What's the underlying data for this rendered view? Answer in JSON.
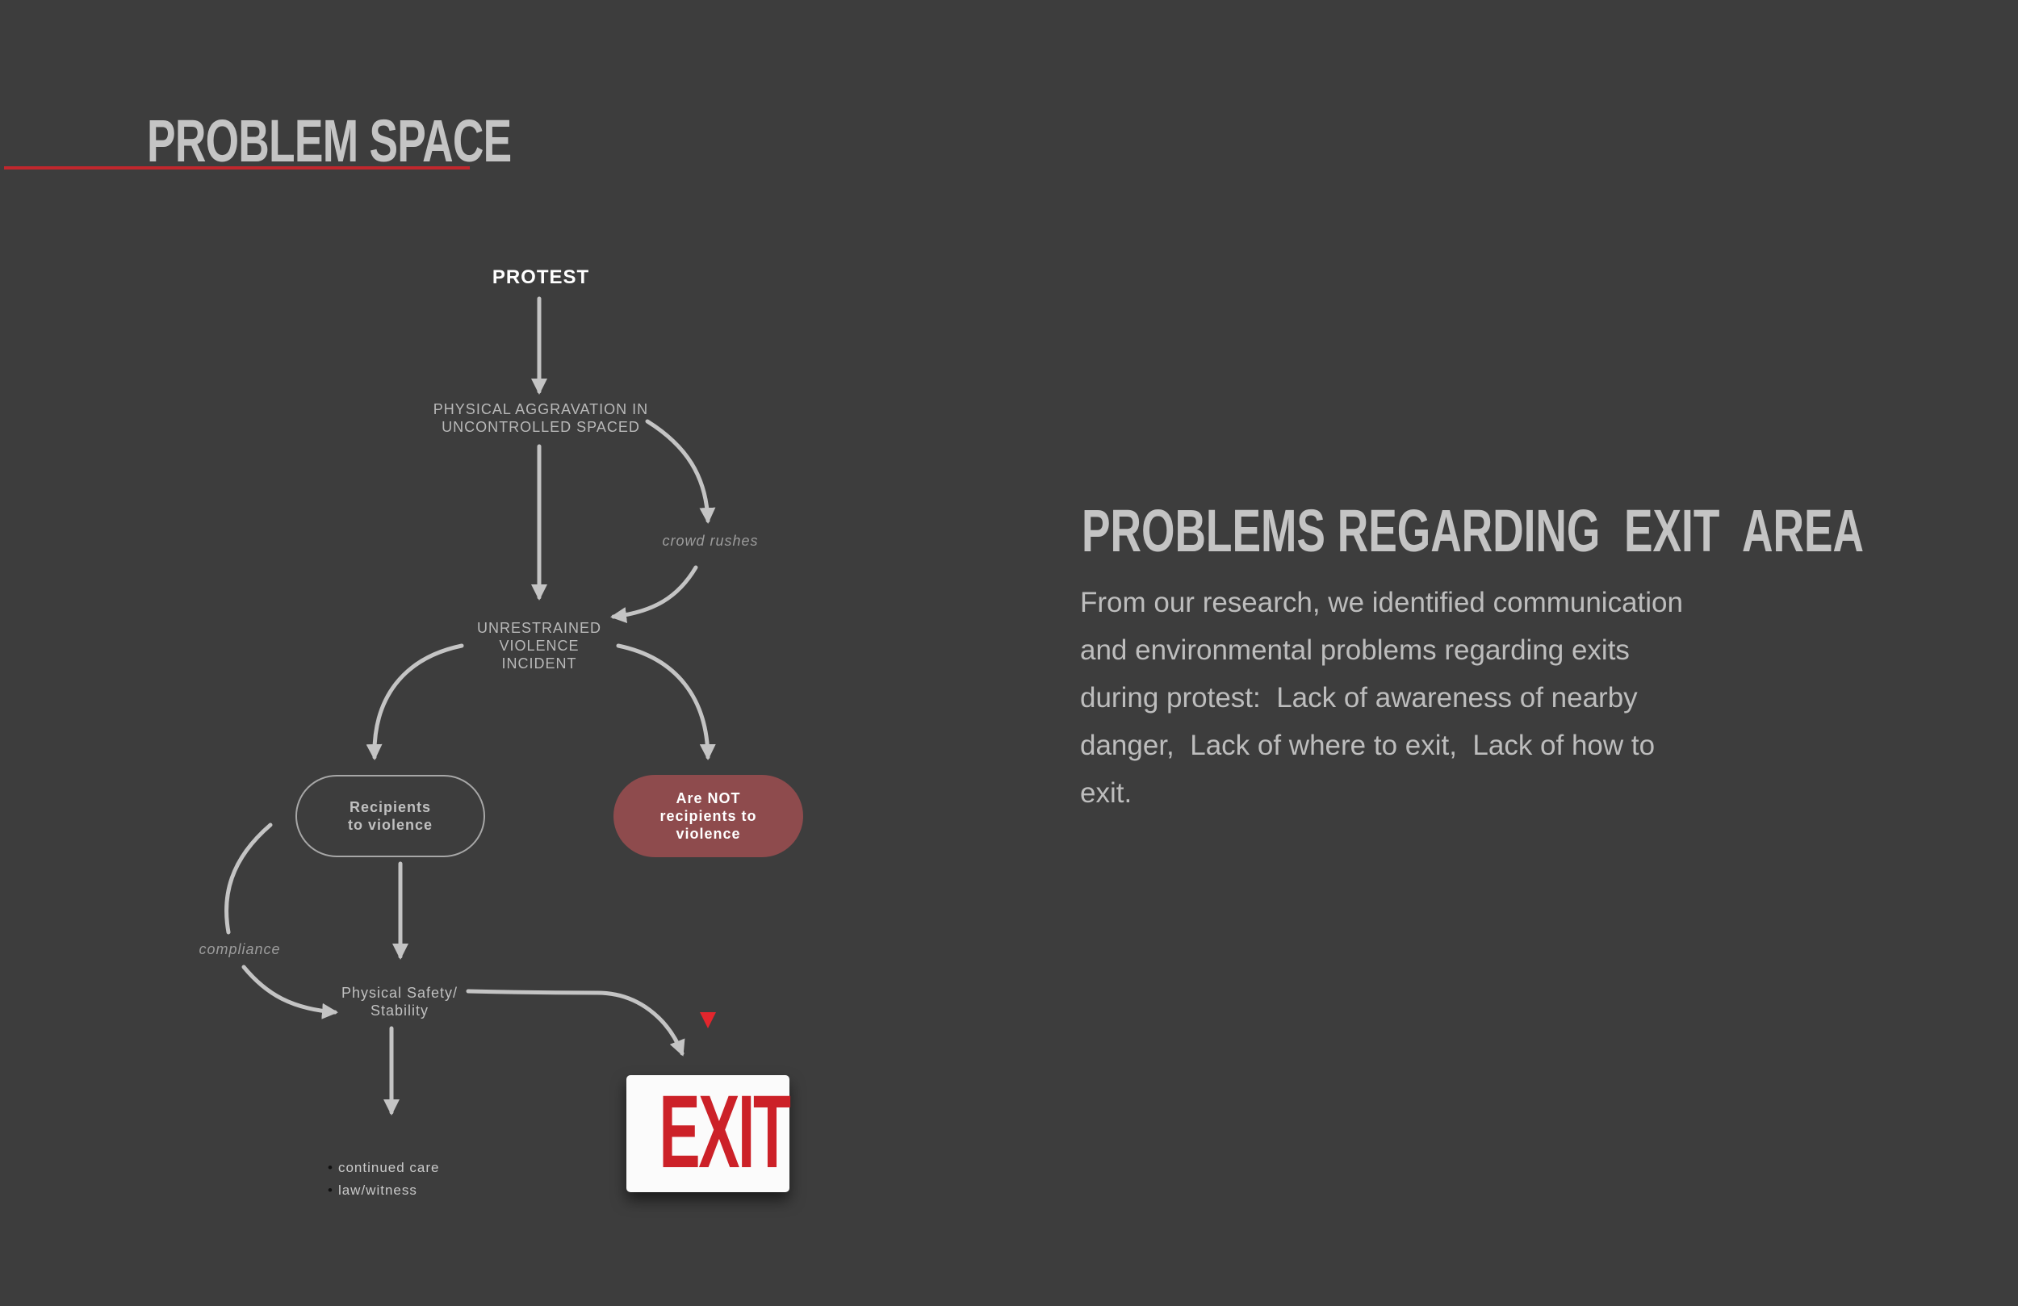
{
  "header": {
    "title": "PROBLEM SPACE"
  },
  "flowchart": {
    "protest": "PROTEST",
    "aggravation": "PHYSICAL AGGRAVATION IN\nUNCONTROLLED SPACED",
    "crowd_rushes": "crowd rushes",
    "violence_incident": "UNRESTRAINED\nVIOLENCE\nINCIDENT",
    "recipients": "Recipients\nto violence",
    "not_recipients": "Are NOT\nrecipients to\nviolence",
    "compliance": "compliance",
    "safety": "Physical Safety/\nStability",
    "outcomes": [
      "continued care",
      "law/witness"
    ],
    "exit_sign": "EXIT"
  },
  "content": {
    "title": "PROBLEMS REGARDING  EXIT  AREA",
    "body": "From our research, we identified communication\nand environmental problems regarding exits\nduring protest:  Lack of awareness of nearby\ndanger,  Lack of where to exit,  Lack of how to\nexit."
  },
  "colors": {
    "background": "#3d3d3d",
    "accent_red": "#c1272d",
    "pill_red": "#8e4b4d",
    "arrow_gray": "#c4c4c4"
  }
}
